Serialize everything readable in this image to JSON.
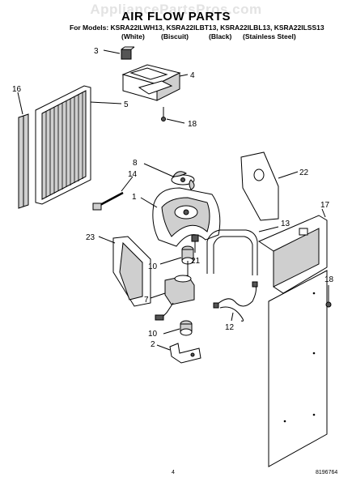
{
  "watermark": "AppliancePartsPros.com",
  "title": "AIR FLOW PARTS",
  "models_line": "For Models: KSRA22ILWH13, KSRA22ILBT13, KSRA22ILBL13, KSRA22ILSS13",
  "variants": [
    "(White)",
    "(Biscuit)",
    "(Black)",
    "(Stainless Steel)"
  ],
  "callouts": {
    "c3": "3",
    "c4": "4",
    "c16": "16",
    "c5": "5",
    "c18a": "18",
    "c8": "8",
    "c14": "14",
    "c1": "1",
    "c22": "22",
    "c17": "17",
    "c13": "13",
    "c23": "23",
    "c21": "21",
    "c10a": "10",
    "c7": "7",
    "c18b": "18",
    "c12": "12",
    "c10b": "10",
    "c2": "2"
  },
  "footer": {
    "page": "4",
    "doc": "8196764"
  }
}
